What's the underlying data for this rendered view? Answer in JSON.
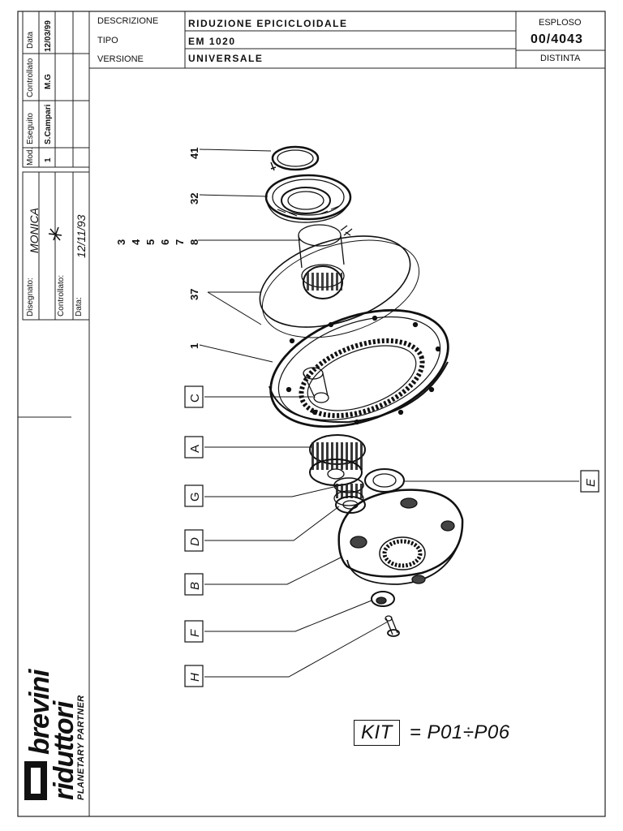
{
  "title_block": {
    "descrizione_label": "DESCRIZIONE",
    "descrizione_value": "RIDUZIONE EPICICLOIDALE",
    "tipo_label": "TIPO",
    "tipo_value": "EM 1020",
    "versione_label": "VERSIONE",
    "versione_value": "UNIVERSALE",
    "esploso_label": "ESPLOSO",
    "esploso_value": "00/4043",
    "distinta_label": "DISTINTA"
  },
  "revision_table": {
    "headers": {
      "mod": "Mod.",
      "eseguito": "Eseguito",
      "controllato": "Controllato",
      "data": "Data"
    },
    "row": {
      "mod": "1",
      "eseguito": "S.Campari",
      "controllato": "M.G",
      "data": "12/03/99"
    }
  },
  "signature_block": {
    "disegnato_label": "Disegnato:",
    "disegnato_value": "MONICA",
    "controllato_label": "Controllato:",
    "data_label": "Data:",
    "data_value": "12/11/93"
  },
  "logo": {
    "line1": "brevini",
    "line2": "riduttori",
    "tagline": "PLANETARY PARTNER"
  },
  "part_numbers": {
    "n41": "41",
    "n32": "32",
    "n3": "3",
    "n4": "4",
    "n5": "5",
    "n6": "6",
    "n7": "7",
    "n8": "8",
    "n37": "37",
    "n1": "1"
  },
  "letter_callouts": {
    "c": "C",
    "a": "A",
    "g": "G",
    "d": "D",
    "b": "B",
    "f": "F",
    "h": "H",
    "e": "E"
  },
  "kit": {
    "label": "KIT",
    "value": "= P01÷P06"
  }
}
